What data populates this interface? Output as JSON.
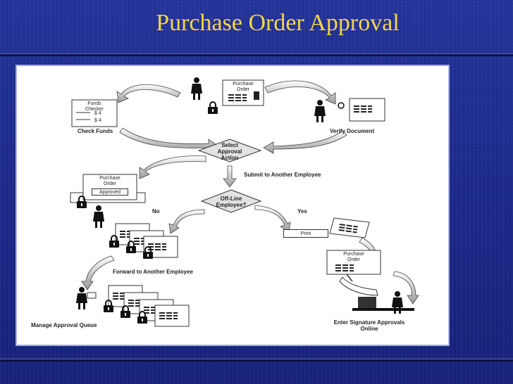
{
  "slide": {
    "title": "Purchase Order Approval"
  },
  "diagram": {
    "labels": {
      "check_funds": "Check Funds",
      "verify_document": "Verify Document",
      "submit_another": "Submit to Another Employee",
      "no": "No",
      "yes": "Yes",
      "forward_another": "Forward to Another Employee",
      "manage_queue": "Manage Approval Queue",
      "enter_signature_line1": "Enter Signature Approvals",
      "enter_signature_line2": "Online"
    },
    "decisions": {
      "select_action": [
        "Select",
        "Approval",
        "Action"
      ],
      "offline_employee": [
        "Off-Line",
        "Employee?"
      ]
    },
    "documents": {
      "po_top": [
        "Purchase",
        "Order"
      ],
      "funds_checker": [
        "Funds",
        "Checker"
      ],
      "funds_amount_1": "$   4",
      "funds_amount_2": "$   4",
      "po_approved": [
        "Purchase",
        "Order"
      ],
      "approved_stamp": "Approved",
      "print_button": "Print",
      "po_signature": [
        "Purchase",
        "Order"
      ]
    }
  },
  "colors": {
    "background": "#1c2a8c",
    "title": "#f2d64a",
    "panel": "#ffffff"
  }
}
